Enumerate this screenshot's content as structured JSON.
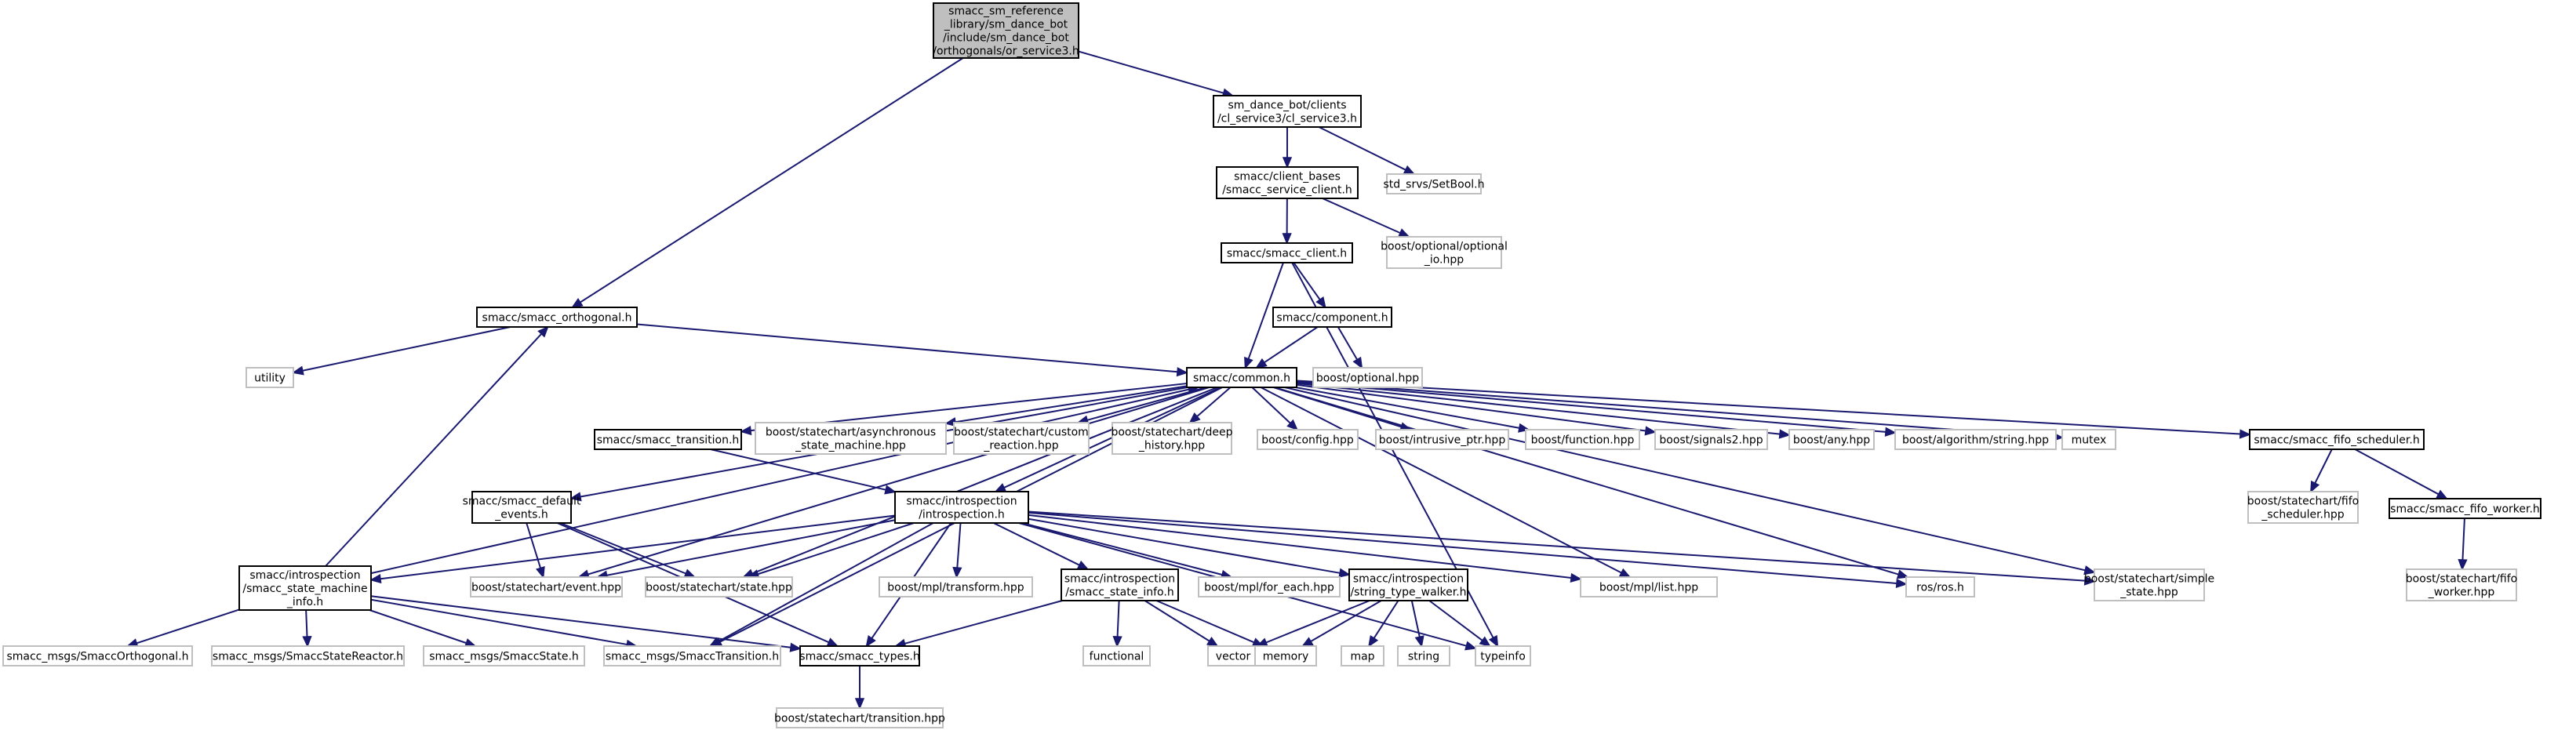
{
  "graph": {
    "type": "include-dependency-graph",
    "colors": {
      "edge": "#191970",
      "root_fill": "#bfbfbf",
      "internal_border": "#000000",
      "external_border": "#bfbfbf"
    },
    "nodes": [
      {
        "id": "root",
        "kind": "root",
        "lines": [
          "smacc_sm_reference",
          "_library/sm_dance_bot",
          "/include/sm_dance_bot",
          "/orthogonals/or_service3.h"
        ]
      },
      {
        "id": "cl_service3",
        "kind": "internal",
        "lines": [
          "sm_dance_bot/clients",
          "/cl_service3/cl_service3.h"
        ]
      },
      {
        "id": "setbool",
        "kind": "external",
        "lines": [
          "std_srvs/SetBool.h"
        ]
      },
      {
        "id": "service_client",
        "kind": "internal",
        "lines": [
          "smacc/client_bases",
          "/smacc_service_client.h"
        ]
      },
      {
        "id": "optional_io",
        "kind": "external",
        "lines": [
          "boost/optional/optional",
          "_io.hpp"
        ]
      },
      {
        "id": "smacc_client",
        "kind": "internal",
        "lines": [
          "smacc/smacc_client.h"
        ]
      },
      {
        "id": "component",
        "kind": "internal",
        "lines": [
          "smacc/component.h"
        ]
      },
      {
        "id": "optional",
        "kind": "external",
        "lines": [
          "boost/optional.hpp"
        ]
      },
      {
        "id": "orthogonal",
        "kind": "internal",
        "lines": [
          "smacc/smacc_orthogonal.h"
        ]
      },
      {
        "id": "utility",
        "kind": "external",
        "lines": [
          "utility"
        ]
      },
      {
        "id": "common",
        "kind": "internal",
        "lines": [
          "smacc/common.h"
        ]
      },
      {
        "id": "transition_h",
        "kind": "internal",
        "lines": [
          "smacc/smacc_transition.h"
        ]
      },
      {
        "id": "async_sm",
        "kind": "external",
        "lines": [
          "boost/statechart/asynchronous",
          "_state_machine.hpp"
        ]
      },
      {
        "id": "custom_reaction",
        "kind": "external",
        "lines": [
          "boost/statechart/custom",
          "_reaction.hpp"
        ]
      },
      {
        "id": "deep_history",
        "kind": "external",
        "lines": [
          "boost/statechart/deep",
          "_history.hpp"
        ]
      },
      {
        "id": "config",
        "kind": "external",
        "lines": [
          "boost/config.hpp"
        ]
      },
      {
        "id": "intrusive",
        "kind": "external",
        "lines": [
          "boost/intrusive_ptr.hpp"
        ]
      },
      {
        "id": "function",
        "kind": "external",
        "lines": [
          "boost/function.hpp"
        ]
      },
      {
        "id": "signals2",
        "kind": "external",
        "lines": [
          "boost/signals2.hpp"
        ]
      },
      {
        "id": "any",
        "kind": "external",
        "lines": [
          "boost/any.hpp"
        ]
      },
      {
        "id": "algorithm",
        "kind": "external",
        "lines": [
          "boost/algorithm/string.hpp"
        ]
      },
      {
        "id": "mutex",
        "kind": "external",
        "lines": [
          "mutex"
        ]
      },
      {
        "id": "fifo_scheduler_h",
        "kind": "internal",
        "lines": [
          "smacc/smacc_fifo_scheduler.h"
        ]
      },
      {
        "id": "fifo_scheduler_hpp",
        "kind": "external",
        "lines": [
          "boost/statechart/fifo",
          "_scheduler.hpp"
        ]
      },
      {
        "id": "fifo_worker_h",
        "kind": "internal",
        "lines": [
          "smacc/smacc_fifo_worker.h"
        ]
      },
      {
        "id": "fifo_worker_hpp",
        "kind": "external",
        "lines": [
          "boost/statechart/fifo",
          "_worker.hpp"
        ]
      },
      {
        "id": "default_events",
        "kind": "internal",
        "lines": [
          "smacc/smacc_default",
          "_events.h"
        ]
      },
      {
        "id": "introspection",
        "kind": "internal",
        "lines": [
          "smacc/introspection",
          "/introspection.h"
        ]
      },
      {
        "id": "sm_info",
        "kind": "internal",
        "lines": [
          "smacc/introspection",
          "/smacc_state_machine",
          "_info.h"
        ]
      },
      {
        "id": "event",
        "kind": "external",
        "lines": [
          "boost/statechart/event.hpp"
        ]
      },
      {
        "id": "state",
        "kind": "external",
        "lines": [
          "boost/statechart/state.hpp"
        ]
      },
      {
        "id": "mpl_transform",
        "kind": "external",
        "lines": [
          "boost/mpl/transform.hpp"
        ]
      },
      {
        "id": "state_info",
        "kind": "internal",
        "lines": [
          "smacc/introspection",
          "/smacc_state_info.h"
        ]
      },
      {
        "id": "for_each",
        "kind": "external",
        "lines": [
          "boost/mpl/for_each.hpp"
        ]
      },
      {
        "id": "type_walker",
        "kind": "internal",
        "lines": [
          "smacc/introspection",
          "/string_type_walker.h"
        ]
      },
      {
        "id": "mpl_list",
        "kind": "external",
        "lines": [
          "boost/mpl/list.hpp"
        ]
      },
      {
        "id": "ros",
        "kind": "external",
        "lines": [
          "ros/ros.h"
        ]
      },
      {
        "id": "simple_state",
        "kind": "external",
        "lines": [
          "boost/statechart/simple",
          "_state.hpp"
        ]
      },
      {
        "id": "msg_orthogonal",
        "kind": "external",
        "lines": [
          "smacc_msgs/SmaccOrthogonal.h"
        ]
      },
      {
        "id": "msg_state_reactor",
        "kind": "external",
        "lines": [
          "smacc_msgs/SmaccStateReactor.h"
        ]
      },
      {
        "id": "msg_state",
        "kind": "external",
        "lines": [
          "smacc_msgs/SmaccState.h"
        ]
      },
      {
        "id": "msg_transition",
        "kind": "external",
        "lines": [
          "smacc_msgs/SmaccTransition.h"
        ]
      },
      {
        "id": "types",
        "kind": "internal",
        "lines": [
          "smacc/smacc_types.h"
        ]
      },
      {
        "id": "sc_transition",
        "kind": "external",
        "lines": [
          "boost/statechart/transition.hpp"
        ]
      },
      {
        "id": "functional",
        "kind": "external",
        "lines": [
          "functional"
        ]
      },
      {
        "id": "vector",
        "kind": "external",
        "lines": [
          "vector"
        ]
      },
      {
        "id": "memory",
        "kind": "external",
        "lines": [
          "memory"
        ]
      },
      {
        "id": "map",
        "kind": "external",
        "lines": [
          "map"
        ]
      },
      {
        "id": "string",
        "kind": "external",
        "lines": [
          "string"
        ]
      },
      {
        "id": "typeinfo",
        "kind": "external",
        "lines": [
          "typeinfo"
        ]
      }
    ],
    "edges": [
      [
        "root",
        "cl_service3"
      ],
      [
        "root",
        "orthogonal"
      ],
      [
        "cl_service3",
        "service_client"
      ],
      [
        "cl_service3",
        "setbool"
      ],
      [
        "service_client",
        "smacc_client"
      ],
      [
        "service_client",
        "optional_io"
      ],
      [
        "smacc_client",
        "common"
      ],
      [
        "smacc_client",
        "component"
      ],
      [
        "smacc_client",
        "typeinfo"
      ],
      [
        "component",
        "common"
      ],
      [
        "component",
        "optional"
      ],
      [
        "orthogonal",
        "utility"
      ],
      [
        "orthogonal",
        "common"
      ],
      [
        "common",
        "transition_h"
      ],
      [
        "common",
        "async_sm"
      ],
      [
        "common",
        "custom_reaction"
      ],
      [
        "common",
        "deep_history"
      ],
      [
        "common",
        "config"
      ],
      [
        "common",
        "intrusive"
      ],
      [
        "common",
        "function"
      ],
      [
        "common",
        "signals2"
      ],
      [
        "common",
        "any"
      ],
      [
        "common",
        "algorithm"
      ],
      [
        "common",
        "mutex"
      ],
      [
        "common",
        "fifo_scheduler_h"
      ],
      [
        "common",
        "default_events"
      ],
      [
        "common",
        "introspection"
      ],
      [
        "common",
        "event"
      ],
      [
        "common",
        "state"
      ],
      [
        "common",
        "msg_transition"
      ],
      [
        "common",
        "mpl_list"
      ],
      [
        "common",
        "ros"
      ],
      [
        "common",
        "simple_state"
      ],
      [
        "fifo_scheduler_h",
        "fifo_scheduler_hpp"
      ],
      [
        "fifo_scheduler_h",
        "fifo_worker_h"
      ],
      [
        "fifo_worker_h",
        "fifo_worker_hpp"
      ],
      [
        "transition_h",
        "introspection"
      ],
      [
        "default_events",
        "event"
      ],
      [
        "default_events",
        "state"
      ],
      [
        "default_events",
        "types"
      ],
      [
        "introspection",
        "sm_info"
      ],
      [
        "introspection",
        "event"
      ],
      [
        "introspection",
        "state"
      ],
      [
        "introspection",
        "mpl_transform"
      ],
      [
        "introspection",
        "state_info"
      ],
      [
        "introspection",
        "for_each"
      ],
      [
        "introspection",
        "type_walker"
      ],
      [
        "introspection",
        "mpl_list"
      ],
      [
        "introspection",
        "ros"
      ],
      [
        "introspection",
        "simple_state"
      ],
      [
        "introspection",
        "msg_transition"
      ],
      [
        "introspection",
        "types"
      ],
      [
        "introspection",
        "typeinfo"
      ],
      [
        "sm_info",
        "orthogonal"
      ],
      [
        "sm_info",
        "common"
      ],
      [
        "sm_info",
        "msg_orthogonal"
      ],
      [
        "sm_info",
        "msg_state_reactor"
      ],
      [
        "sm_info",
        "msg_state"
      ],
      [
        "sm_info",
        "msg_transition"
      ],
      [
        "sm_info",
        "types"
      ],
      [
        "state_info",
        "types"
      ],
      [
        "state_info",
        "functional"
      ],
      [
        "state_info",
        "vector"
      ],
      [
        "state_info",
        "memory"
      ],
      [
        "type_walker",
        "vector"
      ],
      [
        "type_walker",
        "memory"
      ],
      [
        "type_walker",
        "map"
      ],
      [
        "type_walker",
        "string"
      ],
      [
        "type_walker",
        "typeinfo"
      ],
      [
        "types",
        "sc_transition"
      ]
    ]
  }
}
